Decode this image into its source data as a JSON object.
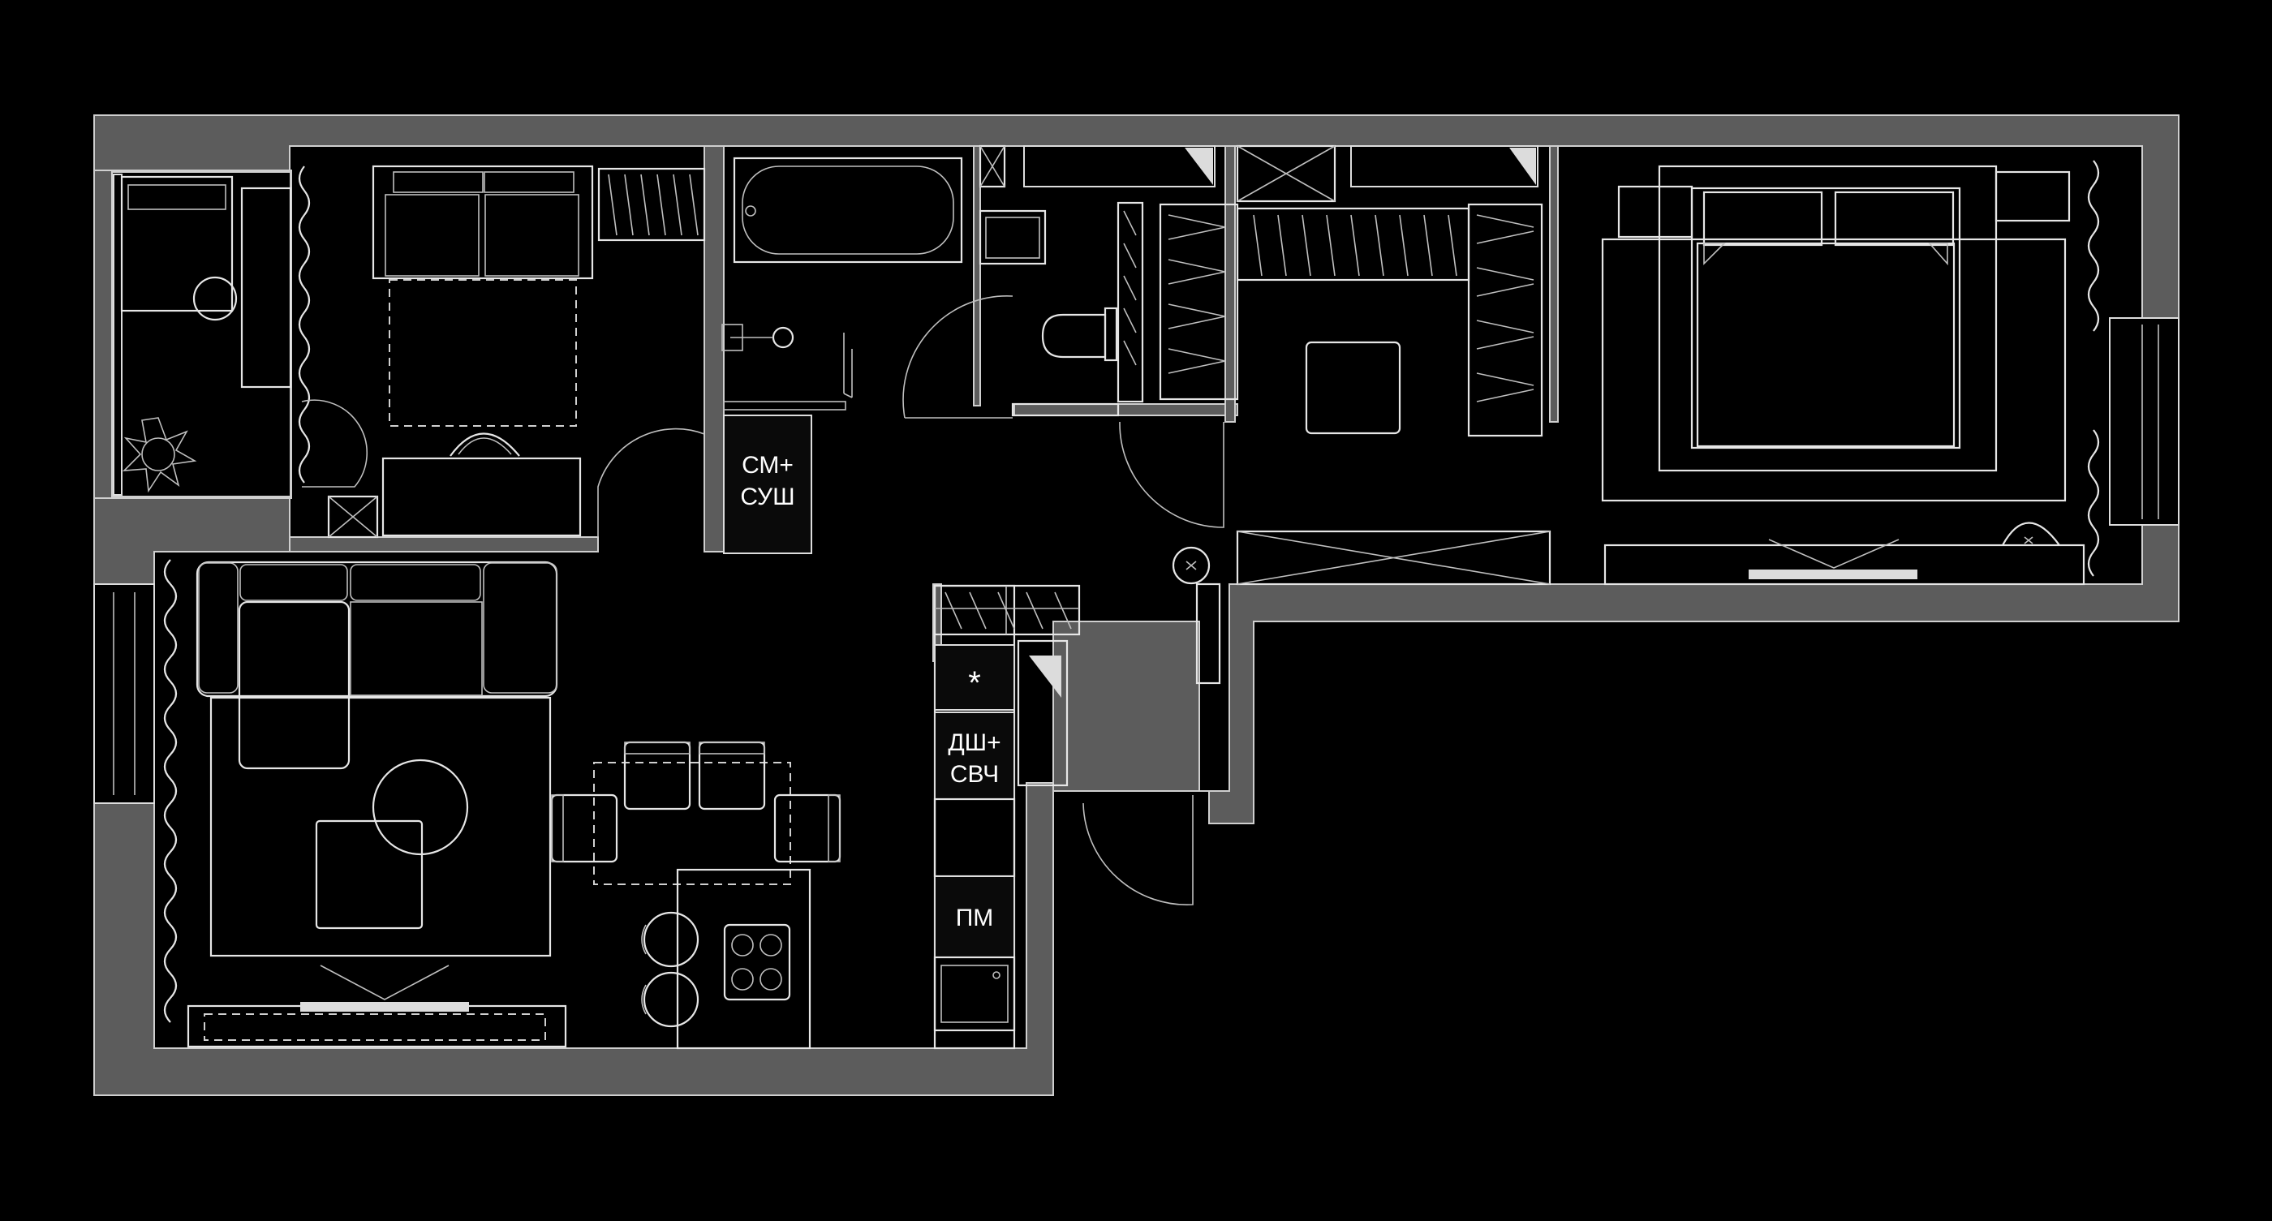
{
  "labels": {
    "washer_dryer_l1": "СМ+",
    "washer_dryer_l2": "СУШ",
    "fridge_symbol": "*",
    "dishwasher_mw_l1": "ДШ+",
    "dishwasher_mw_l2": "СВЧ",
    "dishwasher": "ПМ"
  },
  "colors": {
    "background": "#000000",
    "wall_fill": "#5c5c5c",
    "line": "#e6e6e6"
  }
}
